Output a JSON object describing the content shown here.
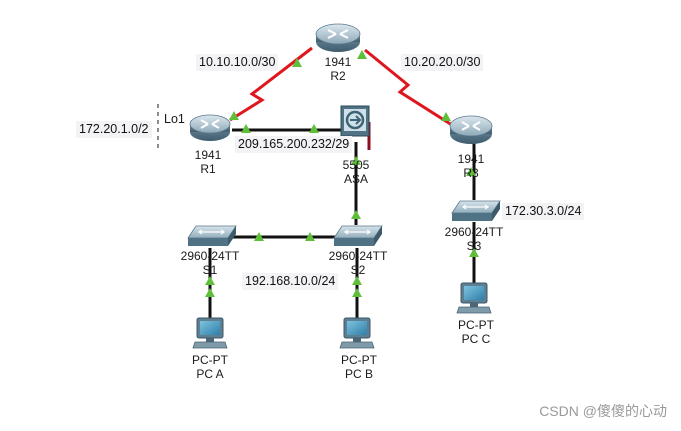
{
  "devices": {
    "r2": {
      "model": "1941",
      "name": "R2"
    },
    "r1": {
      "model": "1941",
      "name": "R1"
    },
    "r3": {
      "model": "1941",
      "name": "R3"
    },
    "asa": {
      "model": "5505",
      "name": "ASA"
    },
    "s1": {
      "model": "2960-24TT",
      "name": "S1"
    },
    "s2": {
      "model": "2960-24TT",
      "name": "S2"
    },
    "s3": {
      "model": "2960-24TT",
      "name": "S3"
    },
    "pca": {
      "model": "PC-PT",
      "name": "PC A"
    },
    "pcb": {
      "model": "PC-PT",
      "name": "PC B"
    },
    "pcc": {
      "model": "PC-PT",
      "name": "PC C"
    }
  },
  "networks": {
    "r1_r2": "10.10.10.0/30",
    "r2_r3": "10.20.20.0/30",
    "loopback_name": "Lo1",
    "loopback_net": "172.20.1.0/2",
    "r1_asa": "209.165.200.232/29",
    "lan_b": "192.168.10.0/24",
    "lan_c": "172.30.3.0/24"
  },
  "colors": {
    "serial_link": "#e0161e",
    "ethernet_link": "#111111",
    "link_status_up": "#5fbf3a"
  },
  "watermark": "CSDN @傻傻的心动"
}
